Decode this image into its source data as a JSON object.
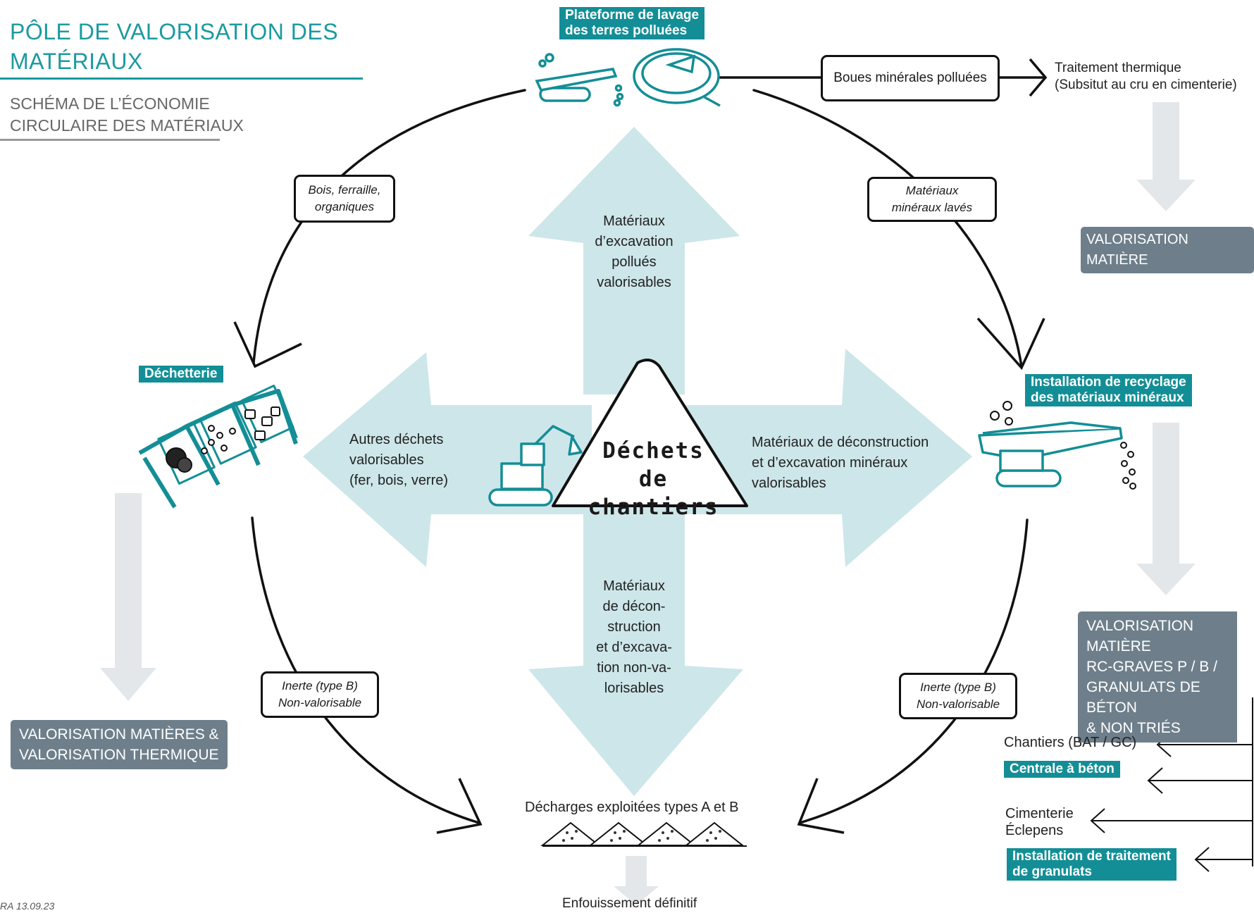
{
  "header": {
    "title_line1": "PÔLE DE VALORISATION DES",
    "title_line2": "MATÉRIAUX",
    "subtitle_line1": "SCHÉMA DE L’ÉCONOMIE",
    "subtitle_line2": "CIRCULAIRE DES MATÉRIAUX"
  },
  "center": {
    "line1": "Déchets",
    "line2": "de chantiers"
  },
  "arrows": {
    "up": [
      "Matériaux",
      "d’excavation",
      "pollués",
      "valorisables"
    ],
    "left": [
      "Autres déchets",
      "valorisables",
      "(fer, bois, verre)"
    ],
    "right": [
      "Matériaux de déconstruction",
      "et d’excavation minéraux",
      "valorisables"
    ],
    "down": [
      "Matériaux",
      "de décon-",
      "struction",
      "et d’excava-",
      "tion non-va-",
      "lorisables"
    ]
  },
  "stations": {
    "plateforme": [
      "Plateforme de lavage",
      "des terres polluées"
    ],
    "dechetterie": "Déchetterie",
    "recyclage": [
      "Installation de recyclage",
      "des matériaux minéraux"
    ]
  },
  "flows": {
    "bois": [
      "Bois, ferraille,",
      "organiques"
    ],
    "lav": [
      "Matériaux",
      "minéraux lavés"
    ],
    "boues": "Boues minérales polluées",
    "inerte_left": [
      "Inerte (type B)",
      "Non-valorisable"
    ],
    "inerte_right": [
      "Inerte (type B)",
      "Non-valorisable"
    ]
  },
  "outputs": {
    "thermique": [
      "Traitement thermique",
      "(Subsitut au cru en cimenterie)"
    ],
    "valorisation_matiere": "VALORISATION MATIÈRE",
    "valorisation_left": [
      "VALORISATION MATIÈRES &",
      "VALORISATION THERMIQUE"
    ],
    "valorisation_right": [
      "VALORISATION MATIÈRE",
      "RC-GRAVES P / B /",
      "GRANULATS DE BÉTON",
      "& NON TRIÉS"
    ]
  },
  "destinations": {
    "chantiers": "Chantiers (BAT / GC)",
    "centrale": "Centrale à béton",
    "cimenterie": [
      "Cimenterie",
      "Éclepens"
    ],
    "traitement": [
      "Installation de traitement",
      "de granulats"
    ]
  },
  "decharges": "Décharges exploitées types A et B",
  "enfouissement": "Enfouissement définitif",
  "stamp": "RA 13.09.23",
  "colors": {
    "teal": "#138e96",
    "light_teal": "#cde6ea",
    "grey_box": "#6e7f8b",
    "light_grey": "#e3e7ea"
  }
}
